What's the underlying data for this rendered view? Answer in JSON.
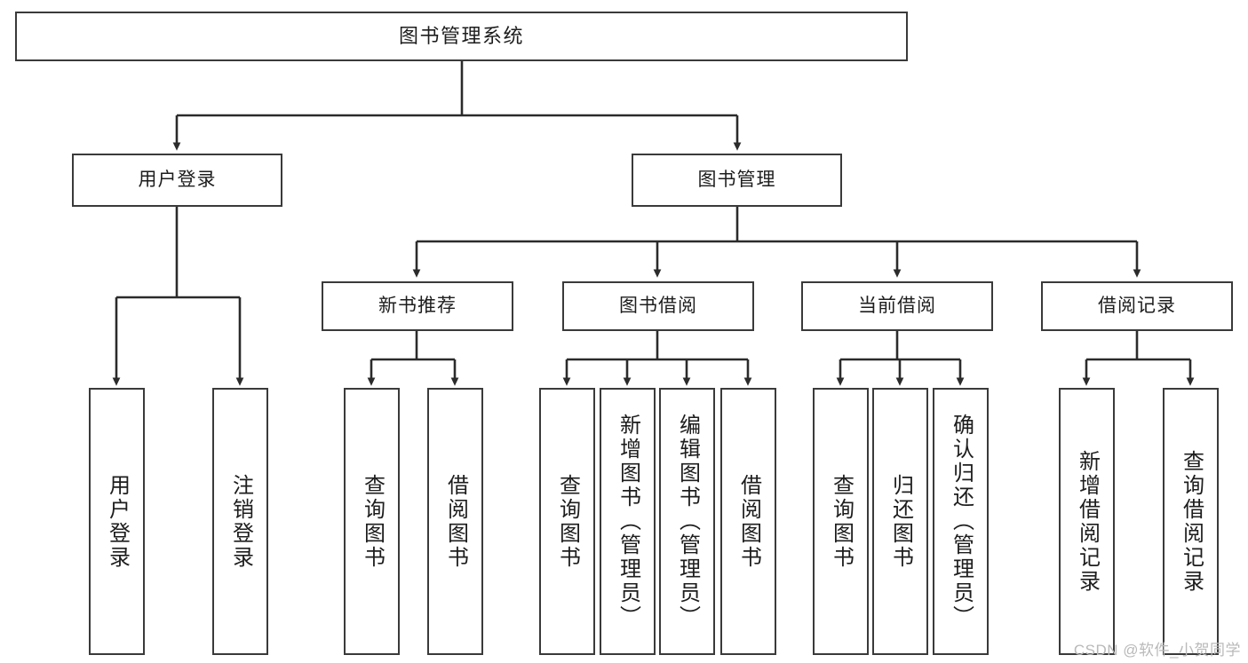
{
  "diagram": {
    "title": "图书管理系统",
    "type": "hierarchy-tree",
    "watermark": "CSDN @软件_小贺同学",
    "colors": {
      "box_border": "#3a3a3a",
      "box_fill": "#ffffff",
      "connector": "#2b2b2b",
      "text": "#1d1d1d",
      "watermark": "#b9b9b9"
    },
    "levels": {
      "root": {
        "label": "图书管理系统"
      },
      "level2": [
        {
          "id": "user-login",
          "label": "用户登录"
        },
        {
          "id": "book-management",
          "label": "图书管理"
        }
      ],
      "level3": [
        {
          "id": "new-book-recommend",
          "label": "新书推荐"
        },
        {
          "id": "book-borrow",
          "label": "图书借阅"
        },
        {
          "id": "current-borrow",
          "label": "当前借阅"
        },
        {
          "id": "borrow-record",
          "label": "借阅记录"
        }
      ],
      "leaves": {
        "user-login": [
          {
            "id": "leaf-user-login",
            "label": "用户登录"
          },
          {
            "id": "leaf-logout-login",
            "label": "注销登录"
          }
        ],
        "new-book-recommend": [
          {
            "id": "leaf-query-book-1",
            "label": "查询图书"
          },
          {
            "id": "leaf-borrow-book-1",
            "label": "借阅图书"
          }
        ],
        "book-borrow": [
          {
            "id": "leaf-query-book-2",
            "label": "查询图书"
          },
          {
            "id": "leaf-add-book",
            "label": "新增图书（管理员）"
          },
          {
            "id": "leaf-edit-book",
            "label": "编辑图书（管理员）"
          },
          {
            "id": "leaf-borrow-book-2",
            "label": "借阅图书"
          }
        ],
        "current-borrow": [
          {
            "id": "leaf-query-book-3",
            "label": "查询图书"
          },
          {
            "id": "leaf-return-book",
            "label": "归还图书"
          },
          {
            "id": "leaf-confirm-return",
            "label": "确认归还（管理员）"
          }
        ],
        "borrow-record": [
          {
            "id": "leaf-add-record",
            "label": "新增借阅记录"
          },
          {
            "id": "leaf-query-record",
            "label": "查询借阅记录"
          }
        ]
      }
    }
  }
}
